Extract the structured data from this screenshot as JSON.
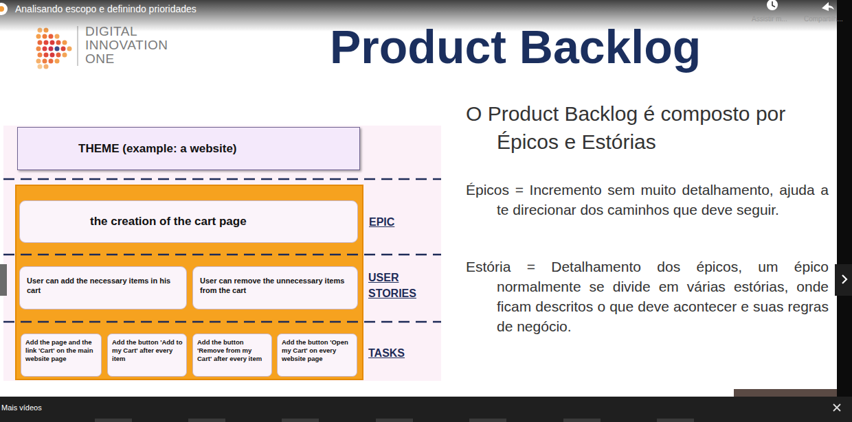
{
  "diagram": {
    "title": "Product Backlog",
    "nodes": [
      {
        "text": [
          "THEME (example: a website)"
        ]
      },
      {
        "text": [
          "the creation of the cart page"
        ]
      },
      {
        "text": [
          "User can add the necessary items in his cart"
        ]
      },
      {
        "text": [
          "User can remove the unnecessary items from the cart"
        ]
      },
      {
        "text": [
          "Add the page and the link 'Cart' on the main website page"
        ]
      },
      {
        "text": [
          "Add the button 'Add to my Cart' after every item"
        ]
      },
      {
        "text": [
          "Add the button 'Remove from my Cart' after every item"
        ]
      },
      {
        "text": [
          "Add the button 'Open my Cart' on every website page"
        ]
      }
    ],
    "labels": [
      "Analisando escopo e definindo prioridades",
      "Assistir m...",
      "Compartilh...",
      "DIGITAL",
      "INNOVATION",
      "ONE",
      "O Product Backlog é composto por Épicos e Estórias",
      "Épicos = Incremento sem muito detalhamento, ajuda a te direcionar dos caminhos que deve seguir.",
      "Estória = Detalhamento dos épicos, um épico normalmente se divide em várias estórias, onde ficam descritos o que deve acontecer e suas regras de negócio.",
      "EPIC",
      "USER STORIES",
      "TASKS",
      "Mais vídeos"
    ]
  }
}
